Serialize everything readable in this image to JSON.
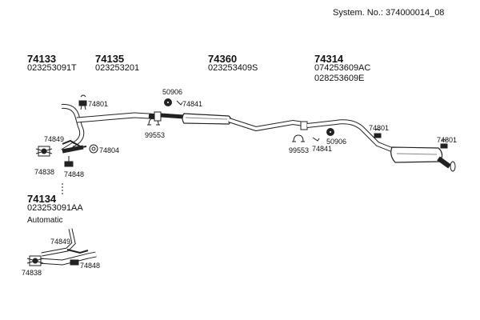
{
  "header": {
    "system": "System. No.: 374000014_08"
  },
  "groups": [
    {
      "number": "74133",
      "code": "023253091T"
    },
    {
      "number": "74135",
      "code": "023253201"
    },
    {
      "number": "74360",
      "code": "023253409S"
    },
    {
      "number": "74314",
      "code": "074253609AC",
      "code2": "028253609E"
    },
    {
      "number": "74134",
      "code": "023253091AA",
      "note": "Automatic"
    }
  ],
  "parts": {
    "p74801a": "74801",
    "p50906a": "50906",
    "p74841a": "74841",
    "p99553a": "99553",
    "p74849a": "74849",
    "p74804": "74804",
    "p74838a": "74838",
    "p74848a": "74848",
    "p99553b": "99553",
    "p74841b": "74841",
    "p50906b": "50906",
    "p74801b": "74801",
    "p74801c": "74801",
    "p74849b": "74849",
    "p74838b": "74838",
    "p74848b": "74848"
  }
}
